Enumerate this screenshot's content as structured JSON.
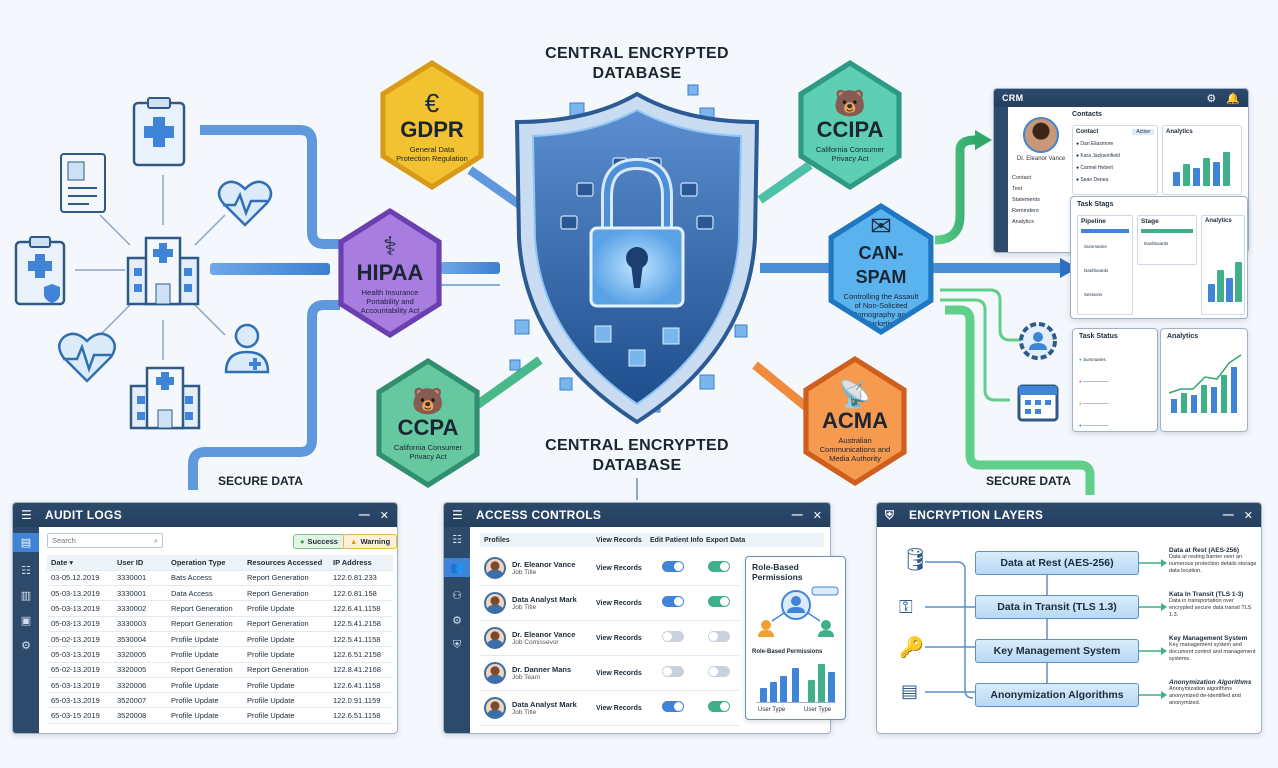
{
  "titles": {
    "top": "CENTRAL ENCRYPTED\nDATABASE",
    "middle": "CENTRAL ENCRYPTED\nDATABASE",
    "secure_left": "SECURE DATA",
    "secure_right": "SECURE DATA"
  },
  "badges": {
    "gdpr": {
      "title": "GDPR",
      "sub": "General Data Protection Regulation",
      "icon": "euro-stars-icon",
      "color": "#f2c230"
    },
    "hipaa": {
      "title": "HIPAA",
      "sub": "Health Insurance Portability and Accountability Act",
      "icon": "caduceus-icon",
      "color": "#9b6bd6"
    },
    "ccpa": {
      "title": "CCPA",
      "sub": "California Consumer Privacy Act",
      "icon": "bear-icon",
      "color": "#45b894"
    },
    "ccipa": {
      "title": "CCIPA",
      "sub": "California Consumer Privacy Act",
      "icon": "bear-icon",
      "color": "#4cc0a8"
    },
    "canspam": {
      "title": "CAN-SPAM",
      "sub": "Controlling the Assault of Non-Solicited Pornography and Marketing",
      "icon": "envelope-icon",
      "color": "#4aa6e6"
    },
    "acma": {
      "title": "ACMA",
      "sub": "Australian Communications and Media Authority",
      "icon": "antenna-icon",
      "color": "#f08a3c"
    }
  },
  "crm": {
    "title": "CRM",
    "contacts_title": "Contacts",
    "contact_label": "Contact",
    "contact_badge": "Active",
    "person_name": "Dr. Eleanor Vance",
    "analytics": "Analytics",
    "nav": [
      "Contact",
      "Text",
      "Statements",
      "Reminders",
      "Analytics"
    ],
    "contacts": [
      "Dan Eliasmore",
      "Kara Jacksonfield",
      "Carmel Hebert",
      "Sean Denea"
    ]
  },
  "tasks": {
    "stage_title": "Task Stags",
    "pipeline": "Pipeline",
    "stage": "Stage",
    "analytics": "Analytics",
    "status_title": "Task Status",
    "status_analytics": "Analytics",
    "pipeline_items": [
      "Summaries",
      "Dashboards",
      "Sessions"
    ],
    "stage_items": [
      "Dashboards"
    ],
    "status_items": [
      "Summaries"
    ]
  },
  "audit": {
    "title": "AUDIT LOGS",
    "search_placeholder": "Search",
    "success": "Success",
    "warning": "Warning",
    "columns": [
      "Date",
      "User ID",
      "Operation Type",
      "Resources Accessed",
      "IP Address"
    ],
    "rows": [
      [
        "03-05.12.2019",
        "3330001",
        "Bats Access",
        "Report Generation",
        "122.0.81.233"
      ],
      [
        "05-03-13.2019",
        "3330001",
        "Data Access",
        "Report Generation",
        "122.0.81.158"
      ],
      [
        "05-03-13.2019",
        "3330002",
        "Report Generation",
        "Profile Update",
        "122.6.41.1158"
      ],
      [
        "05-03-13.2019",
        "3330003",
        "Report Generation",
        "Report Generation",
        "122.5.41.2158"
      ],
      [
        "05-02-13.2019",
        "3530004",
        "Profile Update",
        "Profile Update",
        "122.5.41.1158"
      ],
      [
        "05-03-13.2019",
        "3320005",
        "Profile Update",
        "Profile Update",
        "122.6.51.2158"
      ],
      [
        "65-02-13.2019",
        "3320005",
        "Report Generation",
        "Report Generation",
        "122.8.41.2168"
      ],
      [
        "65-03-13.2019",
        "3320006",
        "Profile Update",
        "Profile Update",
        "122.6.41.1158"
      ],
      [
        "65-03-13.2019",
        "3520007",
        "Profile Update",
        "Profile Update",
        "122.0.91.1159"
      ],
      [
        "65-03-15 2019",
        "3520008",
        "Profile Update",
        "Profile Update",
        "122.6.51.1158"
      ]
    ]
  },
  "access": {
    "title": "ACCESS CONTROLS",
    "columns": [
      "Profiles",
      "View Records",
      "Edit Patient Info",
      "Export Data"
    ],
    "rows": [
      {
        "name": "Dr. Eleanor Vance",
        "role": "Job Title",
        "view": "View Records",
        "edit": true,
        "export": true
      },
      {
        "name": "Data Analyst Mark",
        "role": "Job Title",
        "view": "View Records",
        "edit": true,
        "export": true
      },
      {
        "name": "Dr. Eleanor Vance",
        "role": "Job Comissevor",
        "view": "View Records",
        "edit": false,
        "export": false
      },
      {
        "name": "Dr. Danner Mans",
        "role": "Job Team",
        "view": "View Records",
        "edit": false,
        "export": false
      },
      {
        "name": "Data Analyst Mark",
        "role": "Job Title",
        "view": "View Records",
        "edit": true,
        "export": true
      }
    ],
    "popup_title": "Role-Based Permissions",
    "popup_sub": "Role-Based Permissions",
    "user_type_a": "User Type",
    "user_type_b": "User Type"
  },
  "encryption": {
    "title": "ENCRYPTION LAYERS",
    "layers": [
      "Data at Rest (AES-256)",
      "Data in Transit (TLS 1.3)",
      "Key Management System",
      "Anonymization Algorithms"
    ],
    "notes": [
      {
        "head": "Data at Rest (AES-256)",
        "body": "Data at resting barrier over an numerous protection details storage data location."
      },
      {
        "head": "Kata In Transit (TLS 1-3)",
        "body": "Data in transportation over encrypted secure data transit TLS 1.3."
      },
      {
        "head": "Key Management System",
        "body": "Key management system and document control and management systems."
      },
      {
        "head": "Anonymization Algorithms",
        "body": "Anonymization algorithms anonymized de-identified and anonymized."
      }
    ]
  }
}
